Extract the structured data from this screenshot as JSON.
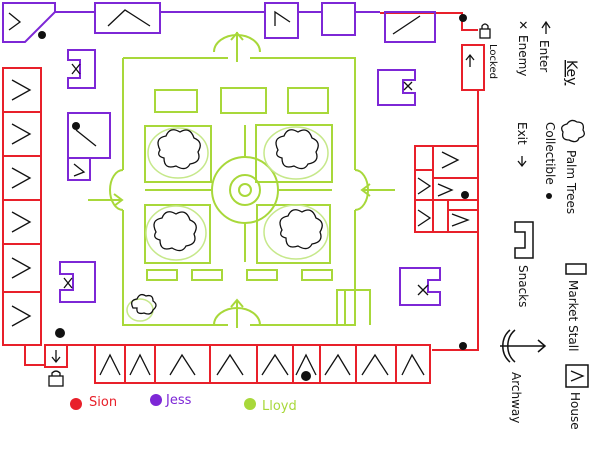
{
  "colors": {
    "sion": "#e8202a",
    "jess": "#7d27d6",
    "lloyd": "#a8d83a",
    "ink": "#111111",
    "lloyd_light": "#c6e88a"
  },
  "labels": {
    "locked_top": "Locked"
  },
  "key": {
    "title": "Key",
    "enter": "Enter",
    "enemy": "Enemy",
    "exit": "Exit",
    "collectible": "Collectible",
    "palm_trees": "Palm Trees",
    "snacks": "Snacks",
    "market_stall": "Market Stall",
    "archway": "Archway",
    "house": "House"
  },
  "legend": [
    {
      "name": "Sion",
      "color": "#e8202a"
    },
    {
      "name": "Jess",
      "color": "#7d27d6"
    },
    {
      "name": "Lloyd",
      "color": "#a8d83a"
    }
  ]
}
